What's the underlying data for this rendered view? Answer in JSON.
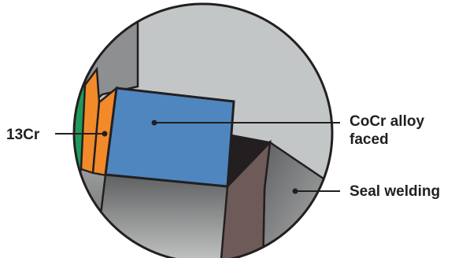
{
  "labels": {
    "cr13": "13Cr",
    "cocr_line1": "CoCr alloy",
    "cocr_line2": "faced",
    "seal_welding": "Seal welding"
  },
  "colors": {
    "background_gray": "#c3c6c6",
    "blue_block": "#4f86bf",
    "orange_strip": "#f28a2a",
    "green_edge": "#1f9a5a",
    "dark_gap": "#231f20",
    "brown_plate": "#6e5a59",
    "gray_gradient_light": "#c9cbcb",
    "gray_gradient_dark": "#5e6061",
    "outline": "#231f20"
  }
}
